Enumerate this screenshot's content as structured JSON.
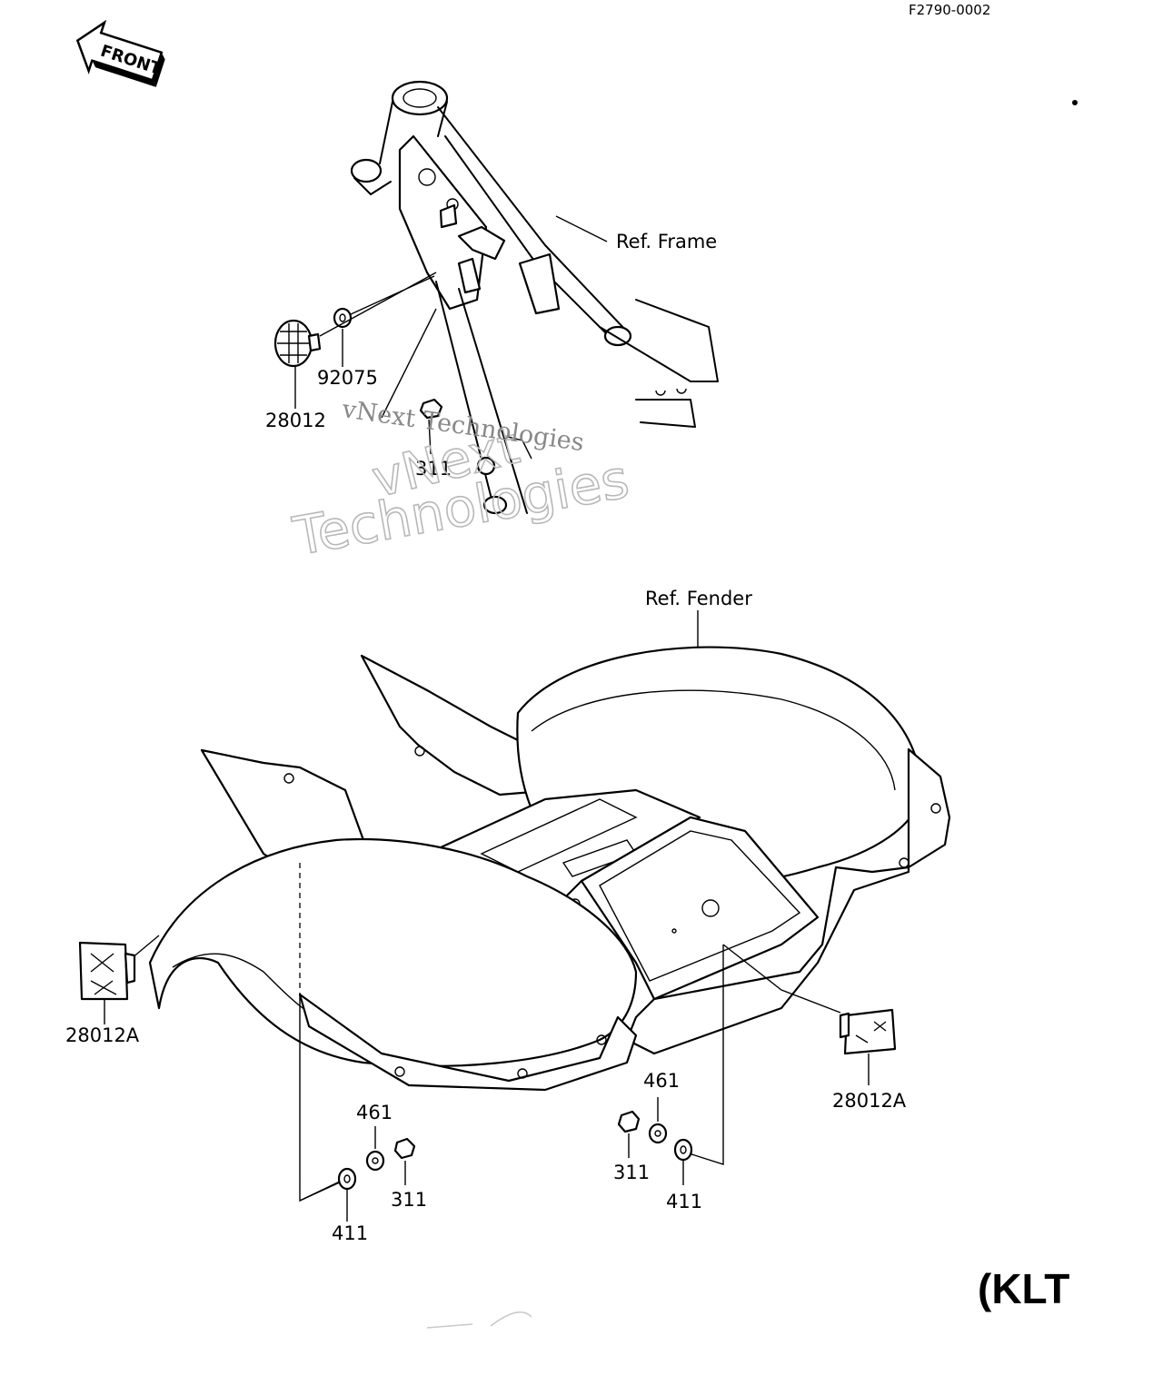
{
  "diagram": {
    "code": "F2790-0002",
    "front_label": "FRONT",
    "ref_frame": "Ref. Frame",
    "ref_fender": "Ref. Fender",
    "corner_text": "(KLT",
    "watermark": {
      "line1": "vNext",
      "line2": "Technologies",
      "inline": "vNext Technologies"
    },
    "callouts": {
      "upper_reflector": "28012",
      "upper_washer": "92075",
      "upper_nut": "311",
      "left_reflector": "28012A",
      "right_reflector": "28012A",
      "left_461": "461",
      "left_311": "311",
      "left_411": "411",
      "right_461": "461",
      "right_311": "311",
      "right_411": "411"
    }
  }
}
